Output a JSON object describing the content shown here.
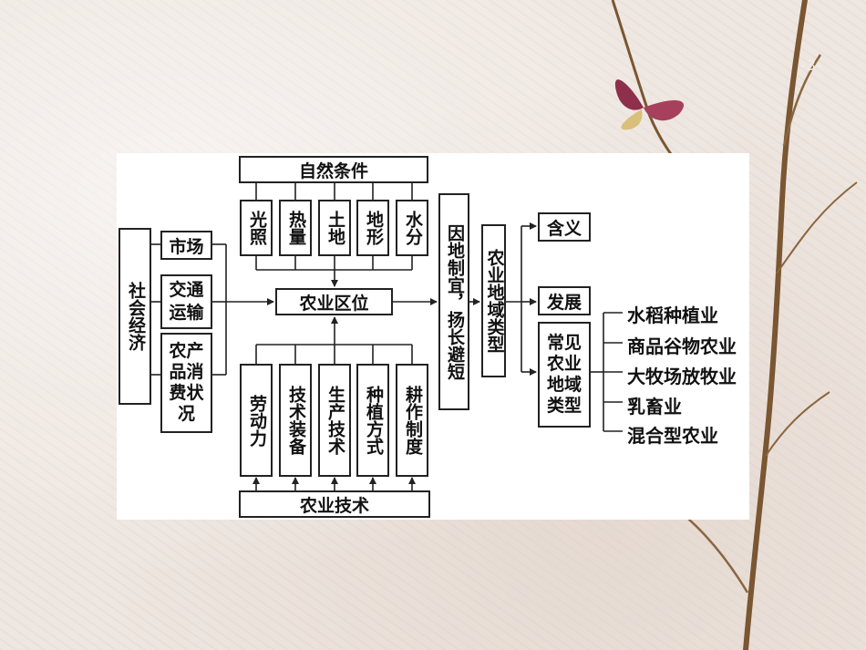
{
  "slide": {
    "page_number": "-3-"
  },
  "diagram": {
    "natural_conditions": {
      "title": "自然条件",
      "items": [
        "光照",
        "热量",
        "土地",
        "地形",
        "水分"
      ]
    },
    "agri_technology": {
      "title": "农业技术",
      "items": [
        "劳动力",
        "技术装备",
        "生产技术",
        "种植方式",
        "耕作制度"
      ]
    },
    "social_economy": {
      "title": "社会经济",
      "items": [
        "市场",
        "交通\n运输",
        "农产\n品消\n费状\n况"
      ]
    },
    "center": "农业区位",
    "principle": "因地制宜，扬长避短",
    "region_types": "农业地域类型",
    "branches": {
      "meaning": "含义",
      "development": "发展",
      "common": "常见\n农业\n地域\n类型"
    },
    "common_types": [
      "水稻种植业",
      "商品谷物农业",
      "大牧场放牧业",
      "乳畜业",
      "混合型农业"
    ]
  },
  "colors": {
    "branch": "#7a5632",
    "petal": "#8e2f4c",
    "wing": "#d9c07a"
  }
}
